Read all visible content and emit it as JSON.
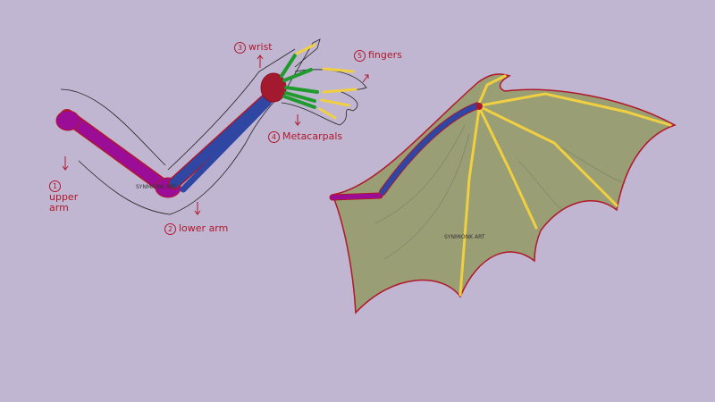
{
  "title": "Human arm vs bat wing anatomy",
  "labels": {
    "upper_arm": {
      "num": "1",
      "text": "upper arm"
    },
    "lower_arm": {
      "num": "2",
      "text": "lower arm"
    },
    "wrist": {
      "num": "3",
      "text": "wrist"
    },
    "metacarpals": {
      "num": "4",
      "text": "Metacarpals"
    },
    "fingers": {
      "num": "5",
      "text": "fingers"
    }
  },
  "watermark": "SYNMIONK ART",
  "colors": {
    "background": "#c1b6d2",
    "upper_arm": "#9c0d97",
    "lower_arm": "#2f46a2",
    "wrist": "#a3192d",
    "metacarpals": "#1f9a2c",
    "fingers": "#f0d040",
    "wing_membrane": "#9a9e74",
    "outline": "#b0182a"
  }
}
